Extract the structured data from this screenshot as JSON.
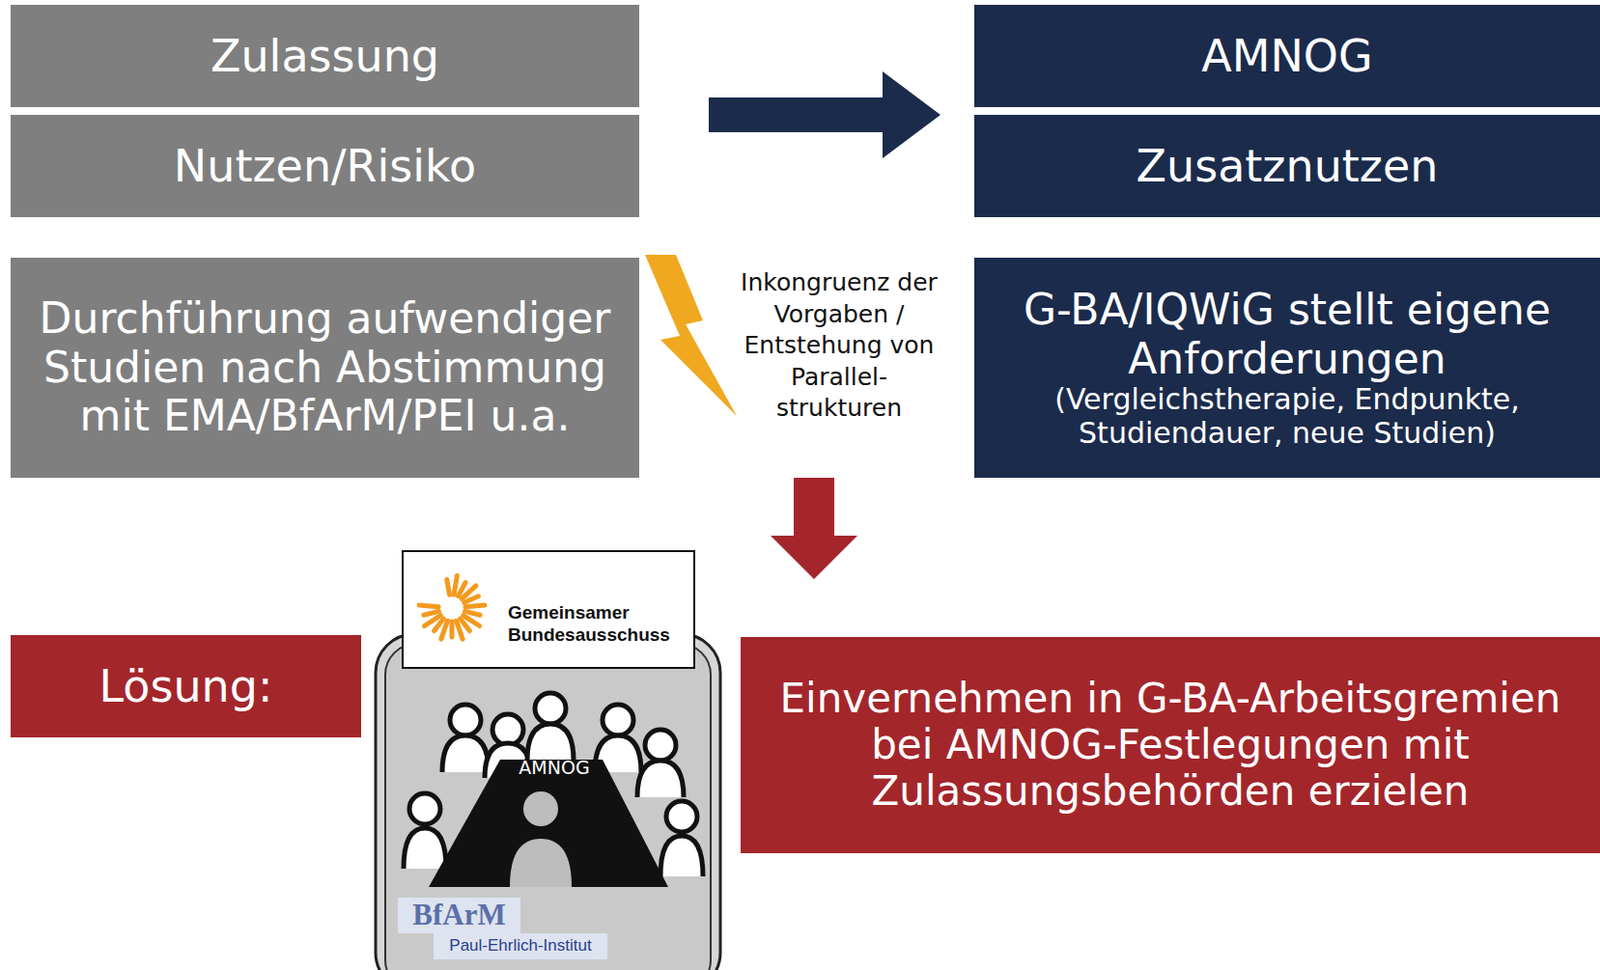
{
  "diagram": {
    "nodes": [
      {
        "text": [
          "Zulassung"
        ]
      },
      {
        "text": [
          "Nutzen/Risiko"
        ]
      },
      {
        "text": [
          "AMNOG"
        ]
      },
      {
        "text": [
          "Zusatznutzen"
        ]
      },
      {
        "text": [
          "Durchführung aufwendiger Studien nach Abstimmung mit EMA/BfArM/PEI u.a."
        ]
      },
      {
        "text": [
          "G-BA/IQWiG stellt eigene Anforderungen",
          "(Vergleichstherapie, Endpunkte, Studiendauer, neue Studien)"
        ]
      },
      {
        "text": [
          "Lösung:"
        ]
      },
      {
        "text": [
          "Einvernehmen in G-BA-Arbeitsgremien bei AMNOG-Festlegungen mit Zulassungsbehörden erzielen"
        ]
      }
    ],
    "edges": [
      {
        "from": 0,
        "to": 2,
        "arrow": "to"
      }
    ],
    "labels": [
      "Inkongruenz der Vorgaben / Entstehung von Parallel- strukturen",
      "Gemeinsamer Bundesausschuss",
      "AMNOG",
      "BfArM",
      "Paul-Ehrlich-Institut"
    ]
  }
}
